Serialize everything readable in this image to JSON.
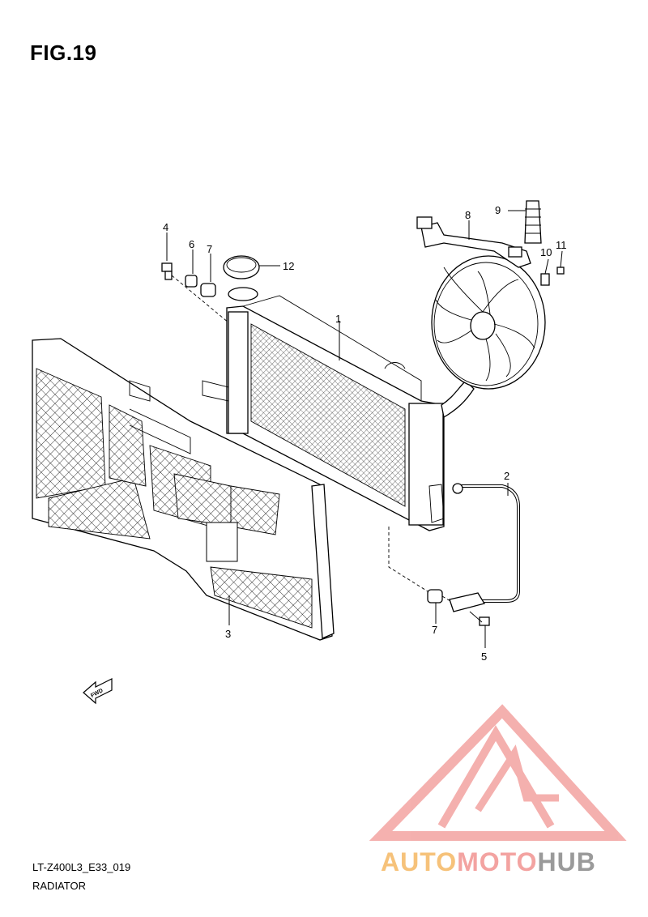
{
  "figure": {
    "title": "FIG.19"
  },
  "callouts": [
    "1",
    "2",
    "3",
    "4",
    "5",
    "6",
    "7",
    "7",
    "8",
    "9",
    "10",
    "11",
    "12"
  ],
  "fwd_arrow": {
    "label": "FWD"
  },
  "footer": {
    "code": "LT-Z400L3_E33_019",
    "caption": "RADIATOR"
  },
  "watermark": {
    "part1": "AUTO",
    "part2": "MOTO",
    "part3": "HUB"
  },
  "colors": {
    "watermark_red": "#f3a3a1",
    "watermark_orange": "#f6c27a",
    "watermark_gray": "#9a9a9a"
  }
}
